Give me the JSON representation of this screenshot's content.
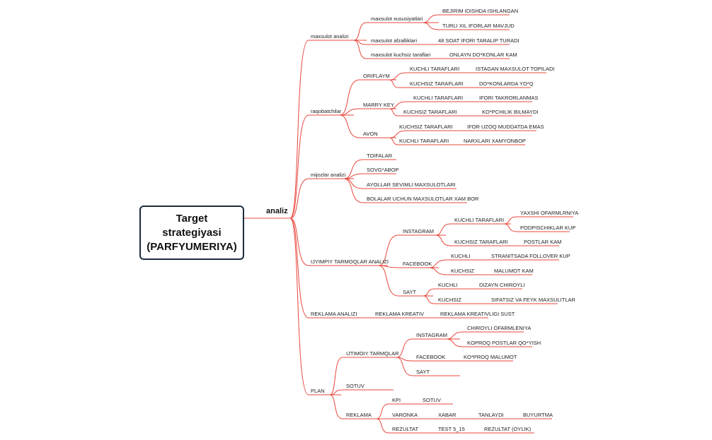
{
  "root": {
    "line1": "Target",
    "line2": "strategiyasi",
    "line3": "(PARFYUMERIYA)"
  },
  "main_branch": "analiz",
  "line_color": "#e8473c",
  "branches": {
    "maxsulot_analizi": {
      "label": "maxsulot analizi",
      "xususiyatlar": {
        "label": "maxsulot xususiyatlari",
        "items": [
          "BEJIRIM IDISHDA ISHLANGAN",
          "TURLI XIL IFORLAR MAVJUD"
        ]
      },
      "afzalliklar": {
        "label": "maxsulot afzalliklari",
        "items": [
          "48 SOAT IFORI TARALIP TURADI"
        ]
      },
      "kuchsiz": {
        "label": "maxsulot kuchsiz taraflari",
        "items": [
          "ONLAYN DO*KONLAR KAM"
        ]
      }
    },
    "raqobatchilar": {
      "label": "raqobatchilar",
      "oriflaym": {
        "label": "ORIFLAYM",
        "rows": [
          {
            "k": "KUCHLI TARAFLARI",
            "v": "ISTAGAN MAXSULOT TOPILADI"
          },
          {
            "k": "KUCHSIZ TARAFLARI",
            "v": "DO*KONLARDA YO*Q"
          }
        ]
      },
      "marry_key": {
        "label": "MARRY KEY",
        "rows": [
          {
            "k": "KUCHLI TARAFLARI",
            "v": "IFORI TAKRORLANMAS"
          },
          {
            "k": "KUCHSIZ TARAFLARI",
            "v": "KO*PCHILIK BILMAYDI"
          }
        ]
      },
      "avon": {
        "label": "AVON",
        "rows": [
          {
            "k": "KUCHSIZ TARAFLARI",
            "v": "IFOR UZOQ MUDDATDA EMAS"
          },
          {
            "k": "KUCHLI TARAFLARI",
            "v": "NARXLARI XAMYONBOP"
          }
        ]
      }
    },
    "mijozlar_analizi": {
      "label": "mijozlar analizi",
      "items": [
        "TOIFALAR",
        "SOVG*ABOP",
        "AYOLLAR SEVIMLI MAXSULOTLARI",
        "BOLALAR UCHUN MAXSULOTLAR XAM BOR"
      ]
    },
    "ijtimoiy_tarmoqlar": {
      "label": "IJYIMPIY TARMOQLAR ANALIZI",
      "instagram": {
        "label": "INSTAGRAM",
        "kuchli": "KUCHLI TARAFLARI",
        "kuchli_items": [
          "YAXSHI OFARMLRNIYA",
          "PODPISCHIKLAR KUP"
        ],
        "kuchsiz": "KUCHSIZ TARAFLARI",
        "kuchsiz_item": "POSTLAR KAM"
      },
      "facebook": {
        "label": "FACEBOOK",
        "kuchli": "KUCHLI",
        "kuchli_item": "STRANITSADA FOLLOVER KUP",
        "kuchsiz": "KUCHSIZ",
        "kuchsiz_item": "MALUMOT KAM"
      },
      "sayt": {
        "label": "SAYT",
        "kuchli": "KUCHLI",
        "kuchli_item": "DIZAYN CHIROYLI",
        "kuchsiz": "KUCHSIZ",
        "kuchsiz_item": "SIFATSIZ VA FEYK MAXSULITLAR"
      }
    },
    "reklama_analizi": {
      "label": "REKLAMA ANALIZI",
      "kreativ": "REKLAMA KREATIV",
      "item": "REKLAMA KREATIVLIGI  SUST"
    },
    "plan": {
      "label": "PLAN",
      "ijtimoiy": {
        "label": "IJTIMOIY TARMQLAR",
        "instagram": {
          "label": "INSTAGRAM",
          "items": [
            "CHIROYLI OFARMLENIYA",
            "KOPROQ POSTLAR QO*YISH"
          ]
        },
        "facebook": {
          "label": "FACEBOOK",
          "item": "KO*PROQ MALUMOT"
        },
        "sayt": {
          "label": "SAYT"
        }
      },
      "sotuv": {
        "label": "SOTUV"
      },
      "reklama": {
        "label": "REKLAMA",
        "kpi": {
          "label": "KPI",
          "item": "SOTUV"
        },
        "varonka": {
          "label": "VARONKA",
          "items": [
            "XABAR",
            "TANLAYDI",
            "BUYURTMA"
          ]
        },
        "rezultat": {
          "label": "REZULTAT",
          "items": [
            "TEST 5_15",
            "REZULTAT (OYLIK)"
          ]
        }
      }
    }
  }
}
